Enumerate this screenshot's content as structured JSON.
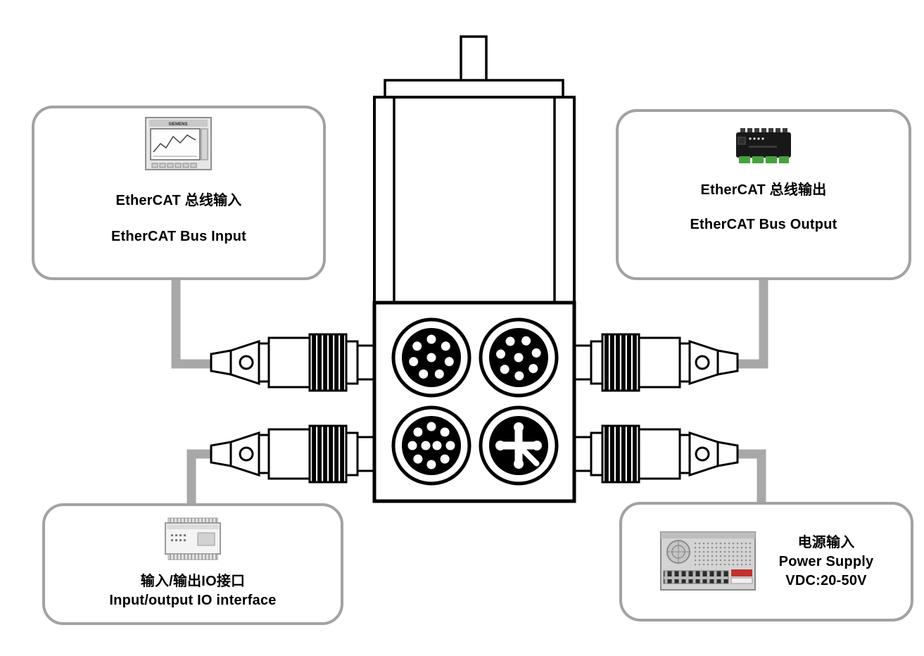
{
  "callouts": {
    "top_left": {
      "title_cn": "EtherCAT 总线输入",
      "title_en": "EtherCAT Bus Input"
    },
    "top_right": {
      "title_cn": "EtherCAT 总线输出",
      "title_en": "EtherCAT Bus Output"
    },
    "bottom_left": {
      "title_cn": "输入/输出IO接口",
      "title_en": "Input/output IO interface"
    },
    "bottom_right": {
      "title_cn": "电源输入",
      "title_en": "Power Supply",
      "voltage": "VDC:20-50V"
    }
  },
  "images": {
    "hmi_brand": "SIEMENS"
  },
  "colors": {
    "connector_line": "#a8a8a8",
    "box_border": "#a2a2a2",
    "drawing_stroke": "#000000",
    "module_green": "#44a33c"
  }
}
